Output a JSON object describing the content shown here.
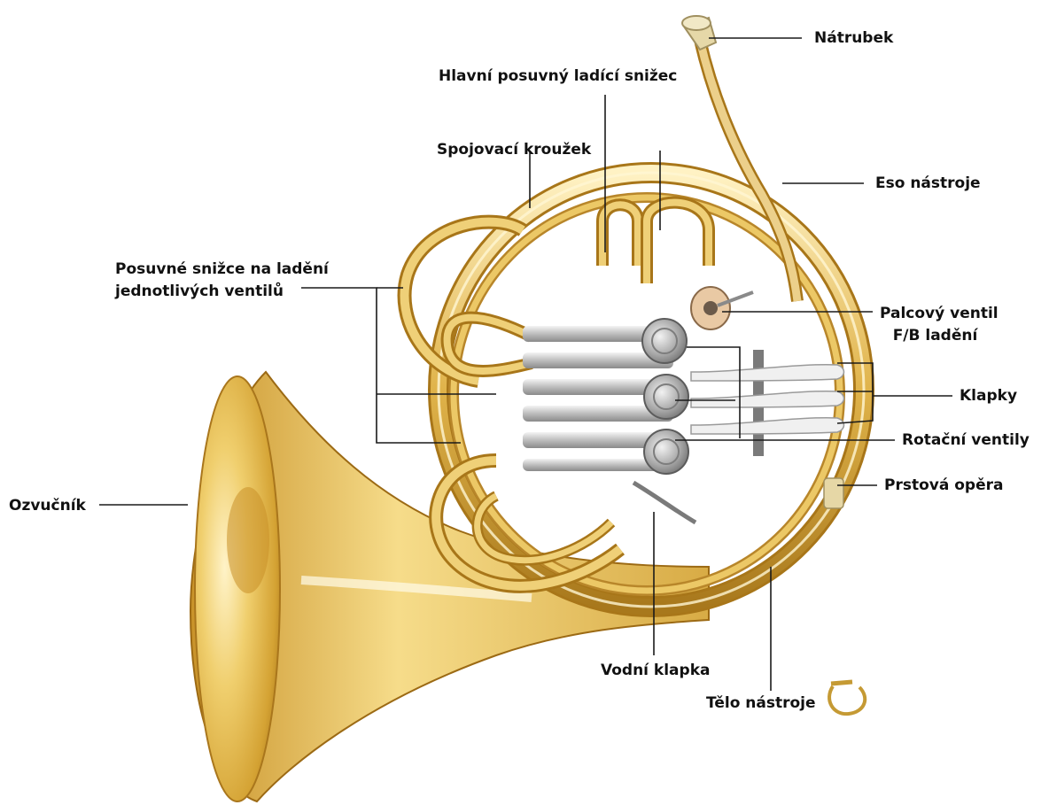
{
  "diagram": {
    "subject": "horn-anatomy",
    "colors": {
      "brass_light": "#f7e3a3",
      "brass_mid": "#e3b94c",
      "brass_dark": "#a87619",
      "silver": "#cfcfcf",
      "leader_line": "#1a1a1a",
      "label_text": "#111111"
    },
    "labels": {
      "natrubek": "Nátrubek",
      "hlavni_snizec": "Hlavní posuvný ladící snižec",
      "spojovaci_krouzek": "Spojovací kroužek",
      "eso": "Eso nástroje",
      "posuvne_snizce_line1": "Posuvné snižce na ladění",
      "posuvne_snizce_line2": "jednotlivých ventilů",
      "palcovy_line1": "Palcový ventil",
      "palcovy_line2": "F/B ladění",
      "klapky": "Klapky",
      "rotacni": "Rotační ventily",
      "prstova": "Prstová opěra",
      "ozvucnik": "Ozvučník",
      "vodni": "Vodní klapka",
      "telo": "Tělo nástroje"
    }
  }
}
